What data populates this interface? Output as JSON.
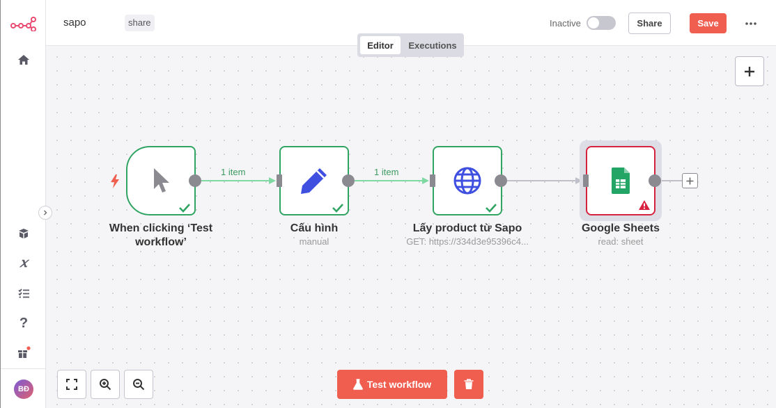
{
  "app": {
    "logo_icon": "n8n-logo-icon",
    "accent": "#f05e4f",
    "success": "#30a462",
    "error": "#d8213f"
  },
  "sidebar": {
    "top_items": [
      {
        "icon": "home-icon"
      }
    ],
    "bottom_items": [
      {
        "icon": "templates-box-icon"
      },
      {
        "icon": "variables-x-icon"
      },
      {
        "icon": "executions-list-icon"
      },
      {
        "icon": "help-question-icon"
      },
      {
        "icon": "whats-new-gift-icon"
      }
    ],
    "avatar_initials": "BĐ"
  },
  "header": {
    "workflow_name": "sapo",
    "tag": "share",
    "status_label": "Inactive",
    "active": false,
    "share_label": "Share",
    "save_label": "Save",
    "tabs": [
      {
        "label": "Editor",
        "active": true
      },
      {
        "label": "Executions",
        "active": false
      }
    ]
  },
  "canvas": {
    "nodes": [
      {
        "title": "When clicking ‘Test workflow’",
        "subtitle": "",
        "icon": "cursor-icon",
        "status": "success"
      },
      {
        "title": "Cấu hình",
        "subtitle": "manual",
        "icon": "pencil-icon",
        "status": "success"
      },
      {
        "title": "Lấy product từ Sapo",
        "subtitle": "GET: https://334d3e95396c4...",
        "icon": "globe-icon",
        "status": "success"
      },
      {
        "title": "Google Sheets",
        "subtitle": "read: sheet",
        "icon": "google-sheets-icon",
        "status": "error"
      }
    ],
    "edges": [
      {
        "label": "1 item"
      },
      {
        "label": "1 item"
      },
      {
        "label": ""
      }
    ]
  },
  "footer": {
    "test_label": "Test workflow"
  }
}
